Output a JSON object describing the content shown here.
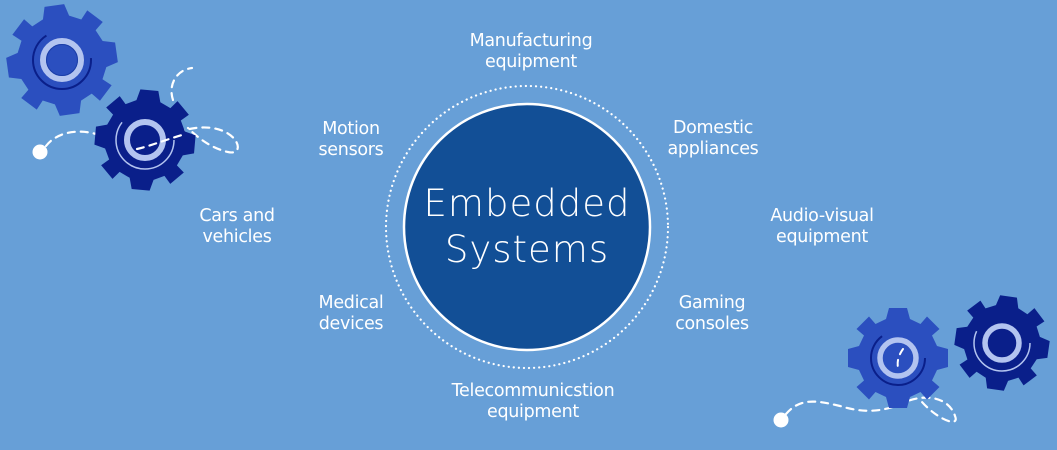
{
  "colors": {
    "background": "#679fd7",
    "center_circle": "#124f96",
    "gear_light": "#2b4fbf",
    "gear_dark": "#0a1f8a",
    "gear_ring": "#b3c4f0",
    "text": "#ffffff"
  },
  "center": {
    "line1": "Embedded",
    "line2": "Systems"
  },
  "applications": [
    {
      "id": "manufacturing",
      "line1": "Manufacturing",
      "line2": "equipment"
    },
    {
      "id": "domestic",
      "line1": "Domestic",
      "line2": "appliances"
    },
    {
      "id": "audio-visual",
      "line1": "Audio-visual",
      "line2": "equipment"
    },
    {
      "id": "gaming",
      "line1": "Gaming",
      "line2": "consoles"
    },
    {
      "id": "telecom",
      "line1": "Telecommunicstion",
      "line2": "equipment"
    },
    {
      "id": "medical",
      "line1": "Medical",
      "line2": "devices"
    },
    {
      "id": "cars",
      "line1": "Cars and",
      "line2": "vehicles"
    },
    {
      "id": "motion",
      "line1": "Motion",
      "line2": "sensors"
    }
  ],
  "decorations": {
    "top_left_gears": [
      "gear-icon",
      "gear-icon"
    ],
    "bottom_right_gears": [
      "gear-icon",
      "gear-icon"
    ]
  }
}
